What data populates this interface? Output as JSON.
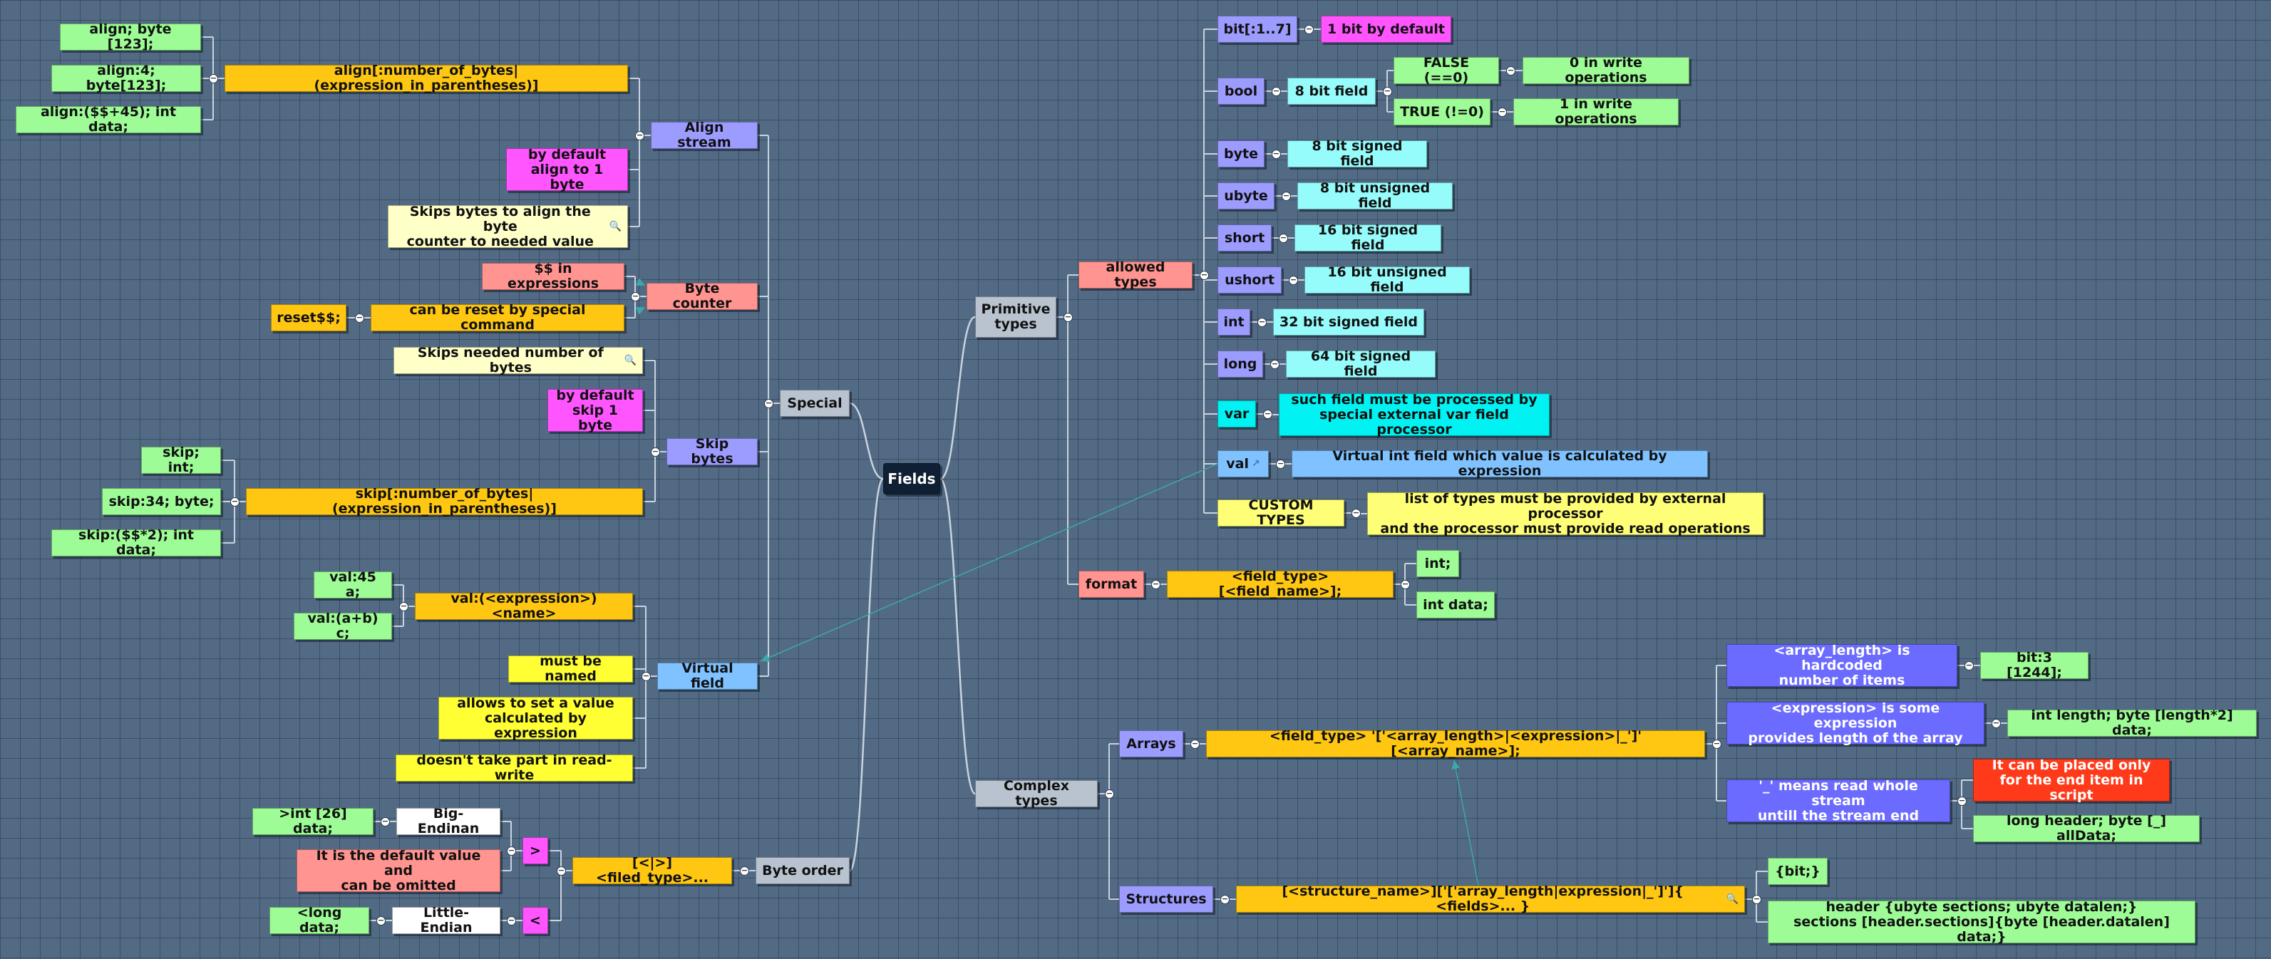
{
  "title": "Fields",
  "nodes": {
    "root": "Fields",
    "primitive_types": "Primitive\ntypes",
    "allowed_types": "allowed types",
    "bit": "bit[:1..7]",
    "bit_desc": "1 bit by default",
    "bool": "bool",
    "bool_desc": "8 bit field",
    "bool_false": "FALSE (==0)",
    "bool_false_desc": "0 in write operations",
    "bool_true": "TRUE (!=0)",
    "bool_true_desc": "1 in write operations",
    "byte": "byte",
    "byte_desc": "8 bit signed field",
    "ubyte": "ubyte",
    "ubyte_desc": "8 bit unsigned field",
    "short": "short",
    "short_desc": "16 bit signed field",
    "ushort": "ushort",
    "ushort_desc": "16 bit unsigned field",
    "int": "int",
    "int_desc": "32 bit signed field",
    "long": "long",
    "long_desc": "64 bit signed field",
    "var": "var",
    "var_desc": "such field must be processed by\nspecial external var field processor",
    "val": "val",
    "val_desc": "Virtual int field which value is calculated by expression",
    "custom_types": "CUSTOM TYPES",
    "custom_types_desc": "list of types must be provided by external processor\nand the processor must provide read operations",
    "format": "format",
    "format_desc": "<field_type> [<field_name>];",
    "format_ex1": "int;",
    "format_ex2": "int data;",
    "complex_types": "Complex types",
    "arrays": "Arrays",
    "arrays_desc": "<field_type> '['<array_length>|<expression>|_']' [<array_name>];",
    "array_len_desc": "<array_length> is hardcoded\nnumber of items",
    "array_len_ex": "bit:3 [1244];",
    "array_expr_desc": "<expression> is some expression\nprovides length of the array",
    "array_expr_ex": "int length; byte [length*2] data;",
    "array_stream_desc": "'_' means read whole stream\nuntill the stream end",
    "array_stream_note": "It can be placed only\nfor the end item in script",
    "array_stream_ex": "long header; byte [_] allData;",
    "structures": "Structures",
    "structures_desc": "[<structure_name>]['['array_length|expression|_']']{ <fields>... }",
    "struct_ex1": "{bit;}",
    "struct_ex2": "header {ubyte sections; ubyte datalen;}\nsections [header.sections]{byte [header.datalen] data;}",
    "special": "Special",
    "align_stream": "Align stream",
    "align_syntax": "align[:number_of_bytes|(expression_in_parentheses)]",
    "align_ex1": "align; byte [123];",
    "align_ex2": "align:4; byte[123];",
    "align_ex3": "align:($$+45); int data;",
    "align_default": "by default\nalign to 1 byte",
    "align_desc": "Skips bytes to align the byte\ncounter to needed value",
    "byte_counter": "Byte counter",
    "byte_counter_expr": "$$ in expressions",
    "byte_counter_reset": "can be reset by special command",
    "byte_counter_reset_ex": "reset$$;",
    "skip_bytes": "Skip bytes",
    "skip_desc": "Skips needed number of bytes",
    "skip_default": "by default\nskip 1 byte",
    "skip_syntax": "skip[:number_of_bytes|(expression_in_parentheses)]",
    "skip_ex1": "skip; int;",
    "skip_ex2": "skip:34; byte;",
    "skip_ex3": "skip:($$*2); int data;",
    "virtual_field": "Virtual field",
    "vf_syntax": "val:(<expression>) <name>",
    "vf_ex1": "val:45 a;",
    "vf_ex2": "val:(a+b) c;",
    "vf_named": "must be named",
    "vf_allows": "allows to set a value\ncalculated by expression",
    "vf_noreadwrite": "doesn't take part in read-write",
    "byte_order": "Byte order",
    "bo_syntax": "[<|>]<filed_type>...",
    "bo_gt": ">",
    "bo_big": "Big-Endinan",
    "bo_big_ex": ">int [26] data;",
    "bo_default": "It is the default value and\ncan be omitted",
    "bo_lt": "<",
    "bo_little": "Little-Endian",
    "bo_little_ex": "<long data;"
  },
  "colors": {
    "background": "#526a84",
    "link": "#c9d3dd",
    "cross_link": "#3fa7a7"
  },
  "icons": [
    "magnifier-icon",
    "collapse-toggle-icon",
    "link-arrow-icon"
  ]
}
